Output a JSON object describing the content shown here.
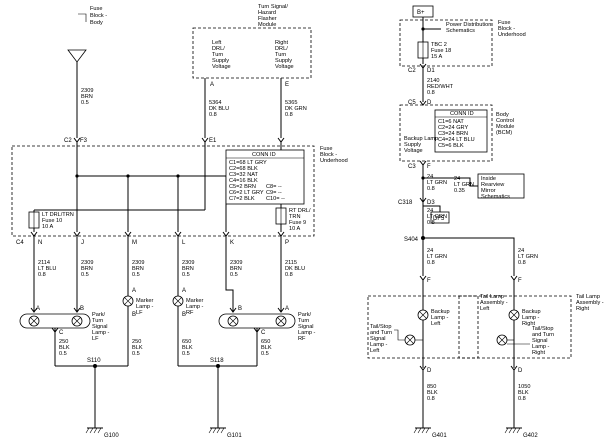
{
  "left_top": {
    "fuse_block_body": [
      "Fuse",
      "Block -",
      "Body"
    ],
    "wire_2309_top": [
      "2309",
      "BRN",
      "0.5"
    ],
    "turn_module": [
      "Turn Signal/",
      "Hazard",
      "Flasher",
      "Module"
    ],
    "left_drl": [
      "Left",
      "DRL/",
      "Turn",
      "Supply",
      "Voltage"
    ],
    "right_drl": [
      "Right",
      "DRL/",
      "Turn",
      "Supply",
      "Voltage"
    ],
    "pin_a": "A",
    "pin_e": "E",
    "wire_5364": [
      "5364",
      "DK BLU",
      "0.8"
    ],
    "wire_5365": [
      "5365",
      "DK GRN",
      "0.8"
    ]
  },
  "fuse_block": {
    "label": [
      "Fuse",
      "Block -",
      "Underhood"
    ],
    "c2": "C2",
    "f3": "F3",
    "e1": "E1",
    "c4": "C4",
    "connid_title": "CONN ID",
    "connid": [
      "C1=68 LT GRY",
      "C2=68 BLK",
      "C3=32 NAT",
      "C4=16 BLK",
      "C5=2 BRN",
      "C6=2 LT GRY",
      "C7=2 BLK",
      "C8= --",
      "C9= --",
      "C10= --"
    ],
    "fuse10": [
      "LT DRL/TRN",
      "Fuse 10",
      "10 A"
    ],
    "fuse9": [
      "RT DRL/",
      "TRN",
      "Fuse 9",
      "10 A"
    ],
    "pins": [
      "N",
      "J",
      "M",
      "L",
      "K",
      "P"
    ]
  },
  "left_bottom": {
    "wires_top": [
      [
        "2114",
        "LT BLU",
        "0.8"
      ],
      [
        "2309",
        "BRN",
        "0.5"
      ],
      [
        "2309",
        "BRN",
        "0.5"
      ],
      [
        "2309",
        "BRN",
        "0.5"
      ],
      [
        "2309",
        "BRN",
        "0.5"
      ],
      [
        "2115",
        "DK BLU",
        "0.8"
      ]
    ],
    "lamp_lf": [
      "Park/",
      "Turn",
      "Signal",
      "Lamp -",
      "LF"
    ],
    "marker_lf": [
      "Marker",
      "Lamp -",
      "LF"
    ],
    "marker_rf": [
      "Marker",
      "Lamp -",
      "RF"
    ],
    "lamp_rf": [
      "Park/",
      "Turn",
      "Signal",
      "Lamp -",
      "RF"
    ],
    "pin_a": "A",
    "pin_b": "B",
    "pin_c": "C",
    "wires_bottom": [
      [
        "250",
        "BLK",
        "0.5"
      ],
      [
        "250",
        "BLK",
        "0.5"
      ],
      [
        "650",
        "BLK",
        "0.5"
      ],
      [
        "650",
        "BLK",
        "0.5"
      ]
    ],
    "s110": "S110",
    "s118": "S118",
    "g100": "G100",
    "g101": "G101"
  },
  "right": {
    "bplus": "B+",
    "pds": [
      "Power Distribution",
      "Schematics"
    ],
    "fuse_block_underhood": [
      "Fuse",
      "Block -",
      "Underhood"
    ],
    "tbc2": [
      "TBC 2",
      "Fuse 18",
      "15 A"
    ],
    "c2": "C2",
    "d1": "D1",
    "wire_2140": [
      "2140",
      "RED/WHT",
      "0.8"
    ],
    "c5": "C5",
    "d": "D",
    "connid_title": "CONN ID",
    "connid": [
      "C1=6 NAT",
      "C2=24 GRY",
      "C3=24 BRN",
      "C4=24 LT BLU",
      "C5=6 BLK"
    ],
    "bcm": [
      "Body",
      "Control",
      "Module",
      "(BCM)"
    ],
    "backup_supply": [
      "Backup Lamp",
      "Supply",
      "Voltage"
    ],
    "c3": "C3",
    "f": "F",
    "wire_24a": [
      "24",
      "LT GRN",
      "0.8"
    ],
    "wire_24b": [
      "24",
      "LT GRN",
      "0.35"
    ],
    "mirror": [
      "Inside",
      "Rearview",
      "Mirror",
      "Schematics"
    ],
    "c318": "C318",
    "d3": "D3",
    "df5": "DF5",
    "wire_24c": [
      "24",
      "LT GRN",
      "0.8"
    ],
    "s404": "S404",
    "wire_24d": [
      "24",
      "LT GRN",
      "0.8"
    ],
    "wire_24e": [
      "24",
      "LT GRN",
      "0.8"
    ],
    "f_left": "F",
    "f_right": "F",
    "tail_left": [
      "Tail Lamp",
      "Assembly -",
      "Left"
    ],
    "tail_right": [
      "Tail Lamp",
      "Assembly -",
      "Right"
    ],
    "backup_left": [
      "Backup",
      "Lamp -",
      "Left"
    ],
    "backup_right": [
      "Backup",
      "Lamp -",
      "Right"
    ],
    "stop_left": [
      "Tail/Stop",
      "and Turn",
      "Signal",
      "Lamp -",
      "Left"
    ],
    "stop_right": [
      "Tail/Stop",
      "and Turn",
      "Signal",
      "Lamp -",
      "Right"
    ],
    "d_left": "D",
    "d_right": "D",
    "wire_850": [
      "850",
      "BLK",
      "0.8"
    ],
    "wire_1050": [
      "1050",
      "BLK",
      "0.8"
    ],
    "g401": "G401",
    "g402": "G402"
  }
}
